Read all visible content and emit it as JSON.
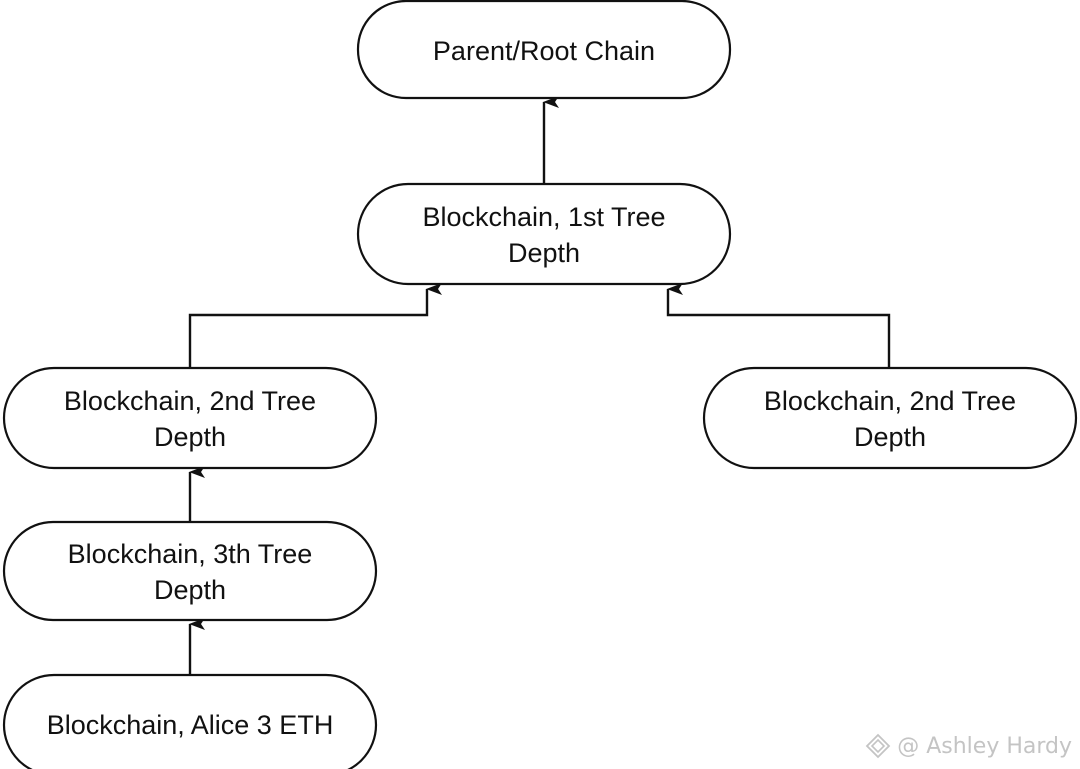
{
  "diagram": {
    "nodes": {
      "root": {
        "lines": [
          "Parent/Root Chain"
        ]
      },
      "depth1": {
        "lines": [
          "Blockchain, 1st Tree",
          "Depth"
        ]
      },
      "depth2_left": {
        "lines": [
          "Blockchain, 2nd Tree",
          "Depth"
        ]
      },
      "depth2_right": {
        "lines": [
          "Blockchain, 2nd Tree",
          "Depth"
        ]
      },
      "depth3": {
        "lines": [
          "Blockchain, 3th Tree",
          "Depth"
        ]
      },
      "leaf": {
        "lines": [
          "Blockchain, Alice 3 ETH"
        ]
      }
    }
  },
  "watermark": {
    "text": "@ Ashley Hardy",
    "icon": "diamond-logo-icon"
  }
}
